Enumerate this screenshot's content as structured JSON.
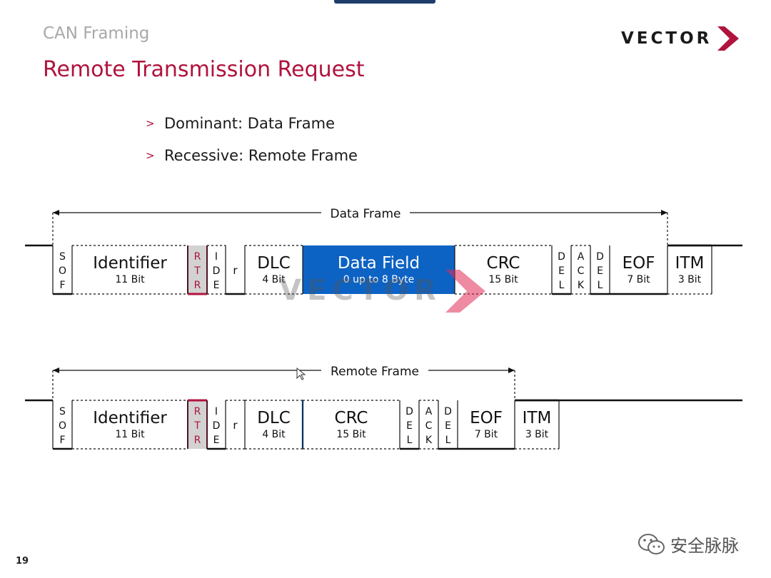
{
  "header": {
    "section_title": "CAN Framing",
    "slide_title": "Remote Transmission Request",
    "logo_text": "VECTOR"
  },
  "bullets": [
    {
      "text": "Dominant: Data Frame"
    },
    {
      "text": "Recessive: Remote Frame"
    }
  ],
  "bullet_marker": ">",
  "data_frame": {
    "label": "Data Frame",
    "fields": [
      {
        "name": "",
        "bits": "",
        "stack": "SOF"
      },
      {
        "name": "Identifier",
        "bits": "11 Bit",
        "stack": ""
      },
      {
        "name": "",
        "bits": "",
        "stack": "RTR"
      },
      {
        "name": "",
        "bits": "",
        "stack": "IDE"
      },
      {
        "name": "r",
        "bits": "",
        "stack": ""
      },
      {
        "name": "DLC",
        "bits": "4 Bit",
        "stack": ""
      },
      {
        "name": "Data Field",
        "bits": "0 up to 8 Byte",
        "stack": ""
      },
      {
        "name": "CRC",
        "bits": "15 Bit",
        "stack": ""
      },
      {
        "name": "",
        "bits": "",
        "stack": "DEL"
      },
      {
        "name": "",
        "bits": "",
        "stack": "ACK"
      },
      {
        "name": "",
        "bits": "",
        "stack": "DEL"
      },
      {
        "name": "EOF",
        "bits": "7 Bit",
        "stack": ""
      },
      {
        "name": "ITM",
        "bits": "3 Bit",
        "stack": ""
      }
    ]
  },
  "remote_frame": {
    "label": "Remote Frame",
    "fields": [
      {
        "name": "",
        "bits": "",
        "stack": "SOF"
      },
      {
        "name": "Identifier",
        "bits": "11 Bit",
        "stack": ""
      },
      {
        "name": "",
        "bits": "",
        "stack": "RTR"
      },
      {
        "name": "",
        "bits": "",
        "stack": "IDE"
      },
      {
        "name": "r",
        "bits": "",
        "stack": ""
      },
      {
        "name": "DLC",
        "bits": "4 Bit",
        "stack": ""
      },
      {
        "name": "CRC",
        "bits": "15 Bit",
        "stack": ""
      },
      {
        "name": "",
        "bits": "",
        "stack": "DEL"
      },
      {
        "name": "",
        "bits": "",
        "stack": "ACK"
      },
      {
        "name": "",
        "bits": "",
        "stack": "DEL"
      },
      {
        "name": "EOF",
        "bits": "7 Bit",
        "stack": ""
      },
      {
        "name": "ITM",
        "bits": "3 Bit",
        "stack": ""
      }
    ]
  },
  "watermark_text": "VECTOR",
  "footer": {
    "slide_number": "19",
    "wechat_account": "安全脉脉"
  },
  "colors": {
    "accent_red": "#b0133d",
    "data_field_blue": "#0d63c4",
    "rtr_red": "#b0133d",
    "rtr_fill": "#d2d2d2",
    "grey_title": "#a8a8a8"
  }
}
